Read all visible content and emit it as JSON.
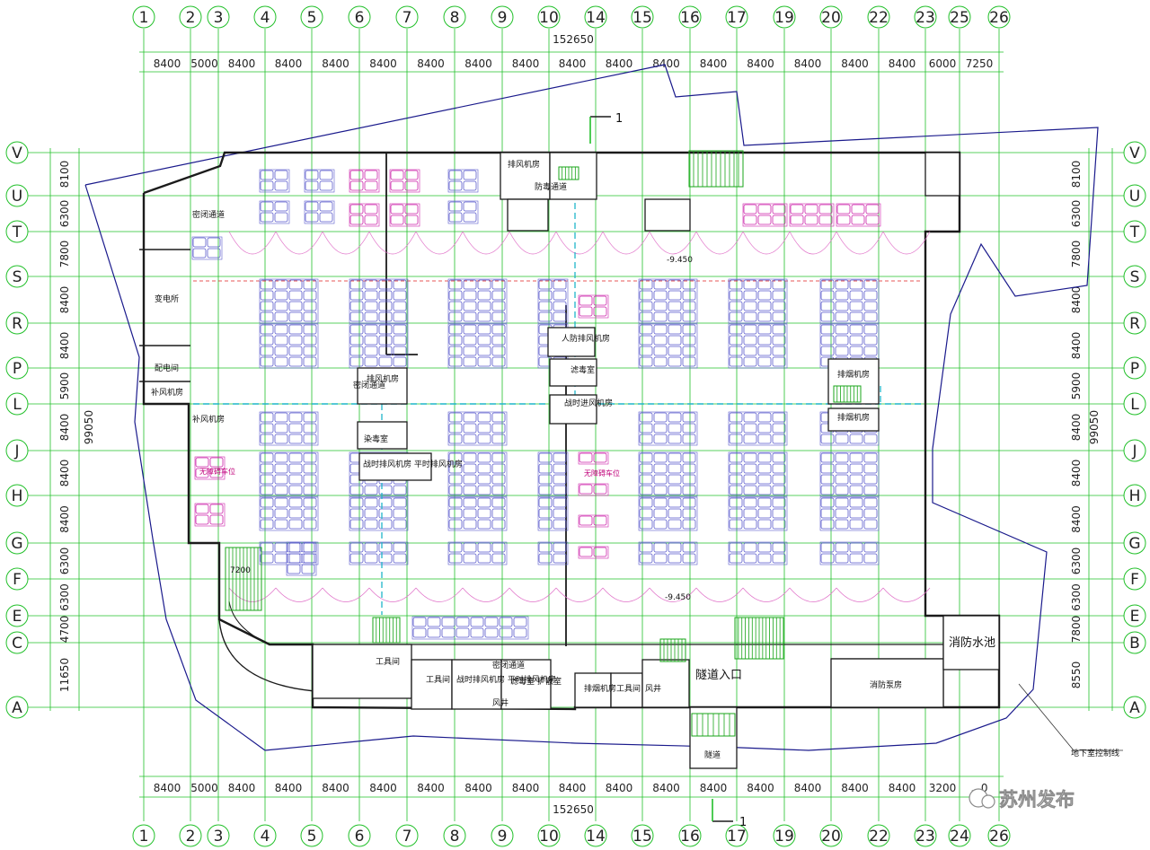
{
  "plan": {
    "grid_columns": [
      "1",
      "2",
      "3",
      "4",
      "5",
      "6",
      "7",
      "8",
      "9",
      "10",
      "14",
      "15",
      "16",
      "17",
      "19",
      "20",
      "22",
      "23",
      "25",
      "26"
    ],
    "grid_columns_bottom": [
      "1",
      "2",
      "3",
      "4",
      "5",
      "6",
      "7",
      "8",
      "9",
      "10",
      "14",
      "15",
      "16",
      "17",
      "19",
      "20",
      "22",
      "23",
      "24",
      "26"
    ],
    "grid_rows": [
      "V",
      "U",
      "T",
      "S",
      "R",
      "P",
      "L",
      "J",
      "H",
      "G",
      "F",
      "E",
      "C",
      "A"
    ],
    "grid_rows_right": [
      "V",
      "U",
      "T",
      "S",
      "R",
      "P",
      "L",
      "J",
      "H",
      "G",
      "F",
      "E",
      "B",
      "A"
    ],
    "top_dimensions": [
      "8400",
      "5000",
      "8400",
      "8400",
      "8400",
      "8400",
      "8400",
      "8400",
      "8400",
      "8400",
      "8400",
      "8400",
      "8400",
      "8400",
      "8400",
      "8400",
      "8400",
      "6000",
      "7250"
    ],
    "bottom_dimensions": [
      "8400",
      "5000",
      "8400",
      "8400",
      "8400",
      "8400",
      "8400",
      "8400",
      "8400",
      "8400",
      "8400",
      "8400",
      "8400",
      "8400",
      "8400",
      "8400",
      "8400",
      "3200",
      "...0"
    ],
    "left_dimensions": [
      "8100",
      "6300",
      "7800",
      "8400",
      "8400",
      "5900",
      "8400",
      "8400",
      "8400",
      "6300",
      "6300",
      "4700",
      "11650"
    ],
    "right_dimensions": [
      "8100",
      "6300",
      "7800",
      "8400",
      "8400",
      "5900",
      "8400",
      "8400",
      "8400",
      "6300",
      "6300",
      "7800",
      "8550"
    ],
    "total_width": "152650",
    "total_height": "99050",
    "section_mark": "1",
    "level_marks": [
      "-9.450",
      "-9.450"
    ],
    "ramp_dimension": "7200",
    "rooms": {
      "substation": "变电所",
      "distribution": "配电间",
      "air_supply": "补风机房",
      "air_supply_2": "补风机房",
      "exhaust_1": "排风机房",
      "exhaust_2": "排风机房",
      "smoke_exhaust_1": "排烟机房",
      "smoke_exhaust_2": "排烟机房",
      "smoke_exhaust_3": "排烟机房",
      "fire_water": "消防水池",
      "fire_pump": "消防泵房",
      "tunnel_entrance": "隧道入口",
      "tunnel": "隧道",
      "tool_1": "工具间",
      "tool_2": "工具间",
      "tool_3": "工具间",
      "airlock_1": "密闭通道",
      "airlock_2": "密闭通道",
      "airlock_3": "密闭通道",
      "filter_1": "滤毒室",
      "filter_2": "滤毒室",
      "expansion": "扩散室",
      "shaft": "风井",
      "shaft_2": "风井",
      "civil_defense_exhaust": "战时排风机房 平时排风机房",
      "civil_defense_exhaust_2": "人防排风机房",
      "wartime_intake": "战时进风机房",
      "emergency_exit": "防毒通道",
      "gas_room": "染毒室",
      "accessible_parking": "无障碍车位",
      "underground_boundary": "地下室控制线"
    },
    "watermark": "苏州发布"
  },
  "colors": {
    "grid": "#22c02a",
    "wall": "#1b1b1b",
    "parking": "#5a5acc",
    "accessible": "#cc22aa",
    "duct": "#1fb5c9",
    "drive_lane": "#e070c8",
    "boundary": "#1a1a8c",
    "stair": "#19a519",
    "red_line": "#e02020"
  }
}
